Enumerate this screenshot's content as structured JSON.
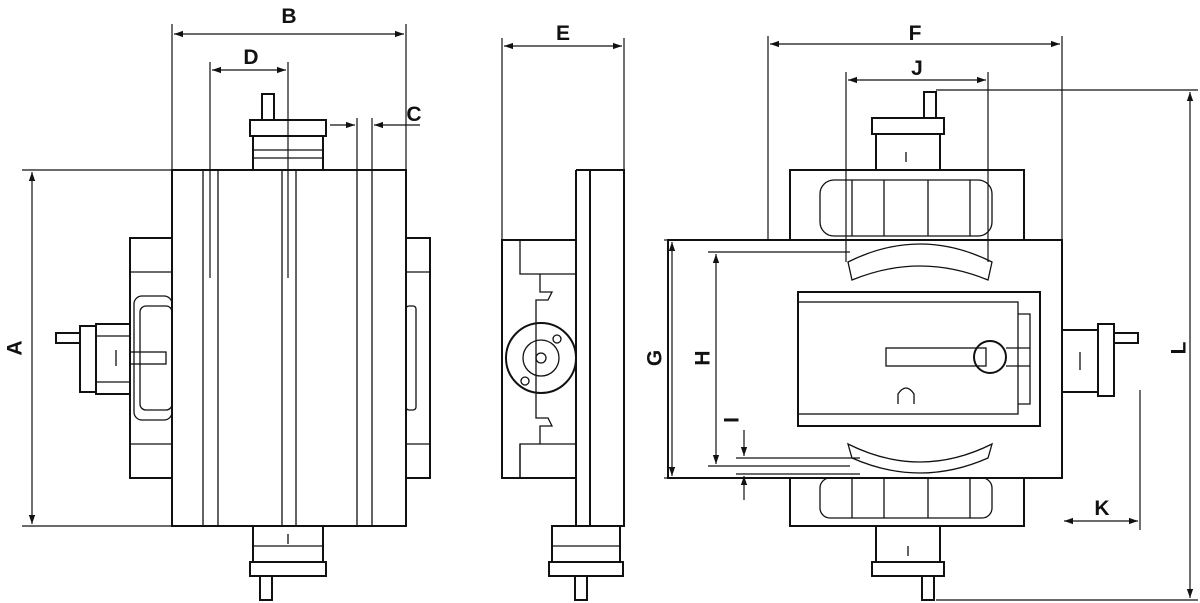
{
  "dimension_labels": {
    "A": "A",
    "B": "B",
    "C": "C",
    "D": "D",
    "E": "E",
    "F": "F",
    "G": "G",
    "H": "H",
    "I": "I",
    "J": "J",
    "K": "K",
    "L": "L"
  }
}
